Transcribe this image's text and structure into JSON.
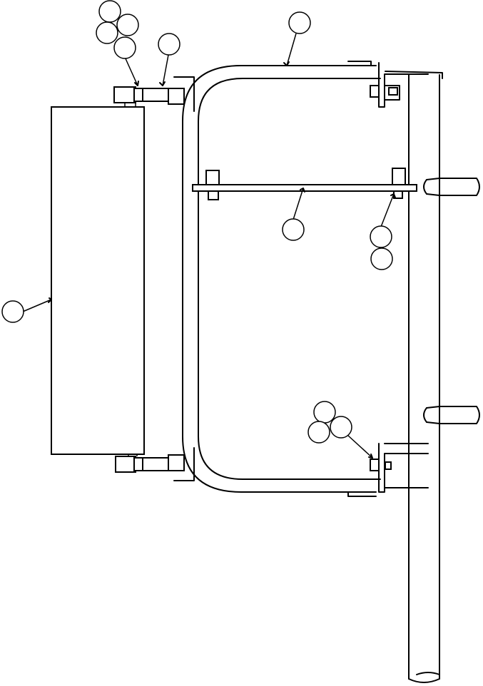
{
  "diagram": {
    "callouts": [
      {
        "id": "callout-1",
        "label": ""
      },
      {
        "id": "callout-2",
        "label": ""
      },
      {
        "id": "callout-3",
        "label": ""
      },
      {
        "id": "callout-4",
        "label": ""
      },
      {
        "id": "callout-5",
        "label": ""
      },
      {
        "id": "callout-6",
        "label": ""
      },
      {
        "id": "callout-7",
        "label": ""
      },
      {
        "id": "callout-8",
        "label": ""
      },
      {
        "id": "callout-9",
        "label": ""
      },
      {
        "id": "callout-10",
        "label": ""
      },
      {
        "id": "callout-11",
        "label": ""
      },
      {
        "id": "callout-12",
        "label": ""
      },
      {
        "id": "callout-13",
        "label": ""
      },
      {
        "id": "callout-14",
        "label": ""
      }
    ]
  }
}
